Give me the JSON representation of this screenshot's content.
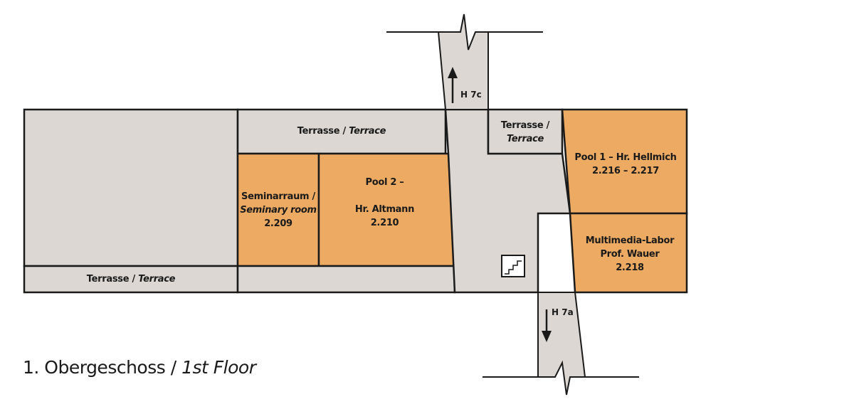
{
  "colors": {
    "corridor": "#dcd7d2",
    "room_highlight": "#ecaa63",
    "wall": "#1a1a1a",
    "text": "#1a1a1a"
  },
  "floor_title": {
    "de": "1. Obergeschoss",
    "separator": "/",
    "en": "1st Floor"
  },
  "rooms": {
    "terrace_top": {
      "de": "Terrasse",
      "separator": "/",
      "en": "Terrace"
    },
    "terrace_right": {
      "de": "Terrasse",
      "separator": "/",
      "en": "Terrace"
    },
    "terrace_bottom": {
      "de": "Terrasse",
      "separator": "/",
      "en": "Terrace"
    },
    "seminar": {
      "de": "Seminarraum",
      "separator": "/",
      "en": "Seminary room",
      "number": "2.209"
    },
    "pool2": {
      "line1": "Pool 2 –",
      "line2": "Hr. Altmann",
      "number": "2.210"
    },
    "pool1": {
      "line1": "Pool 1 – Hr. Hellmich",
      "number": "2.216 – 2.217"
    },
    "multimedia": {
      "line1": "Multimedia-Labor",
      "line2": "Prof. Wauer",
      "number": "2.218"
    }
  },
  "connectors": {
    "north": {
      "label": "H 7c",
      "direction": "up",
      "icon": "arrow-up-icon"
    },
    "south": {
      "label": "H 7a",
      "direction": "down",
      "icon": "arrow-down-icon"
    }
  },
  "stairs_icon": "stairs-icon"
}
